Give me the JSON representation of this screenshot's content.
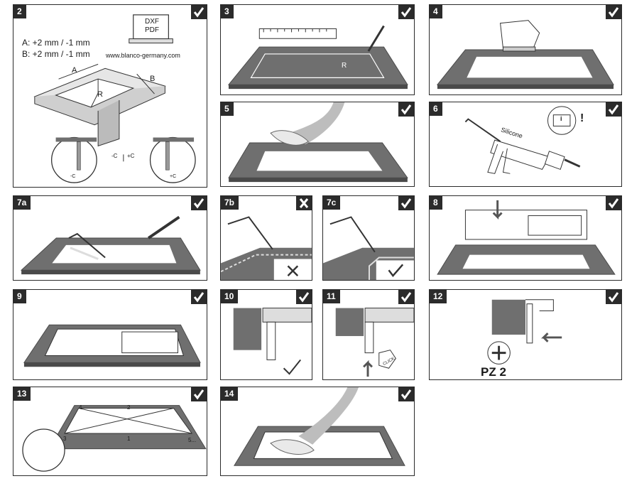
{
  "steps": [
    {
      "num": "2",
      "status": "check",
      "tol_a": "A: +2 mm / -1 mm",
      "tol_b": "B: +2 mm / -1 mm",
      "file_1": "DXF",
      "file_2": "PDF",
      "url": "www.blanco-germany.com",
      "dim_a": "A",
      "dim_b": "B",
      "radius": "R",
      "c_minus": "-C",
      "c_plus": "+C",
      "c_left": "-C",
      "c_right": "+C"
    },
    {
      "num": "3",
      "status": "check",
      "radius": "R"
    },
    {
      "num": "4",
      "status": "check"
    },
    {
      "num": "5",
      "status": "check"
    },
    {
      "num": "6",
      "status": "check",
      "label": "Silicone",
      "info": "i",
      "excl": "!"
    },
    {
      "num": "7a",
      "status": "check"
    },
    {
      "num": "7b",
      "status": "cross"
    },
    {
      "num": "7c",
      "status": "check"
    },
    {
      "num": "8",
      "status": "check"
    },
    {
      "num": "9",
      "status": "check"
    },
    {
      "num": "10",
      "status": "check"
    },
    {
      "num": "11",
      "status": "check",
      "click": "CLICK"
    },
    {
      "num": "12",
      "status": "check",
      "tool": "PZ 2"
    },
    {
      "num": "13",
      "status": "check",
      "seq": [
        "1",
        "2",
        "3",
        "4",
        "5..."
      ]
    },
    {
      "num": "14",
      "status": "check"
    }
  ],
  "icons": {
    "check": "check-mark-icon",
    "cross": "cross-mark-icon"
  },
  "colors": {
    "counter": "#6f6f6f",
    "counter_edge": "#4a4a4a",
    "badge": "#2b2b2b",
    "paper": "#ffffff"
  }
}
